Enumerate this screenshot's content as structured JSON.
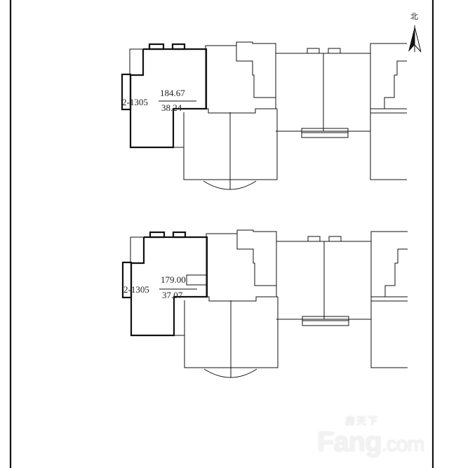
{
  "north_label": "北",
  "plans": [
    {
      "unit": "2-1305",
      "total_area": "184.67",
      "shared_area": "38.24"
    },
    {
      "unit": "2-1305",
      "total_area": "179.00",
      "shared_area": "37.07"
    }
  ],
  "watermark": {
    "cn": "房天下",
    "brand": "Fang",
    "suffix": ".com"
  }
}
